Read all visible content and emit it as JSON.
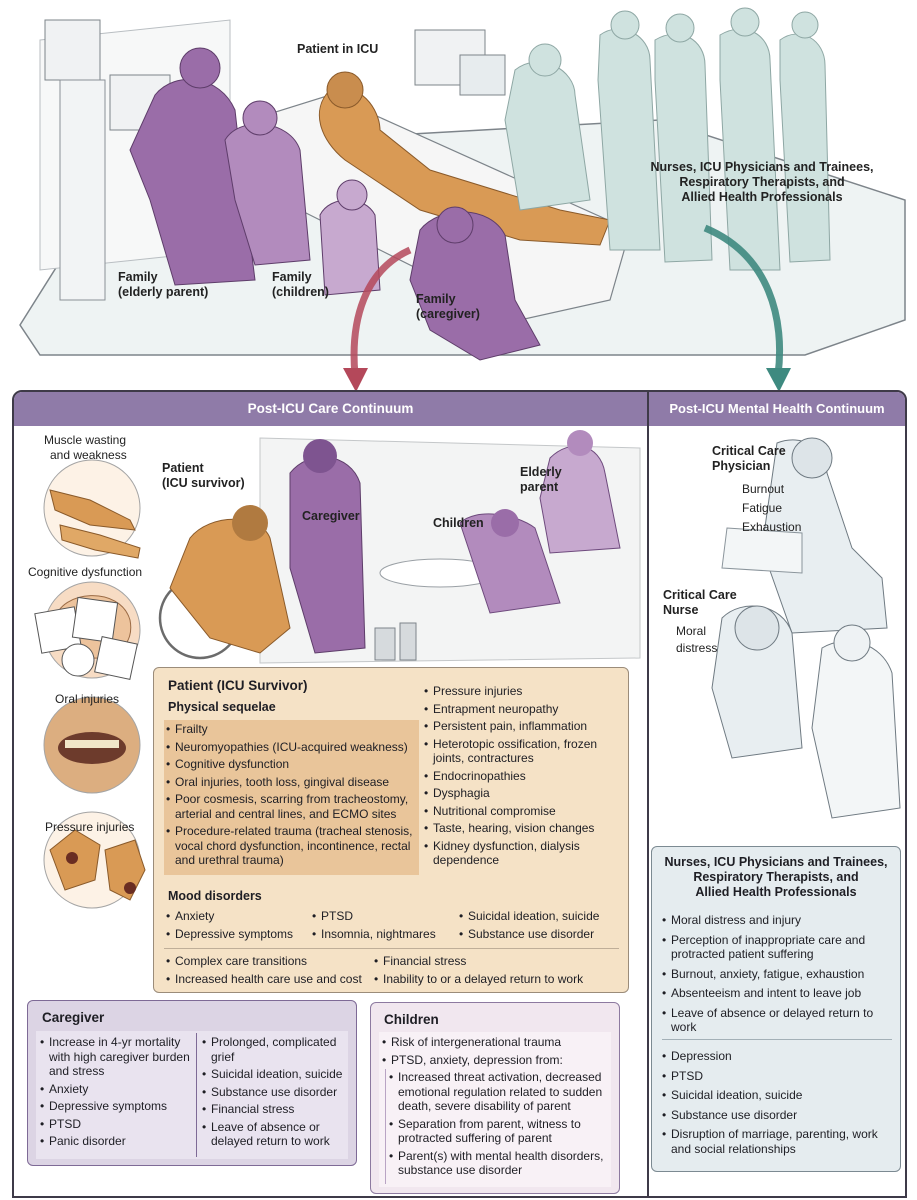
{
  "top_scene": {
    "labels": {
      "patient_in_icu": "Patient in ICU",
      "staff": [
        "Nurses, ICU Physicians and Trainees,",
        "Respiratory Therapists, and",
        "Allied Health Professionals"
      ],
      "family_elderly": [
        "Family",
        "(elderly parent)"
      ],
      "family_children": [
        "Family",
        "(children)"
      ],
      "family_caregiver": [
        "Family",
        "(caregiver)"
      ]
    }
  },
  "continuum_headers": {
    "care": "Post-ICU Care Continuum",
    "mental": "Post-ICU Mental Health Continuum"
  },
  "left_vignettes": {
    "muscle": [
      "Muscle wasting",
      "and weakness"
    ],
    "cognitive": "Cognitive dysfunction",
    "oral": "Oral injuries",
    "pressure": "Pressure injuries"
  },
  "scene_labels": {
    "patient": [
      "Patient",
      "(ICU survivor)"
    ],
    "caregiver": "Caregiver",
    "children": "Children",
    "elderly": [
      "Elderly",
      "parent"
    ]
  },
  "clinician_scene": {
    "physician_title": [
      "Critical Care",
      "Physician"
    ],
    "physician_items": [
      "Burnout",
      "Fatigue",
      "Exhaustion"
    ],
    "nurse_title": [
      "Critical Care",
      "Nurse"
    ],
    "nurse_items": [
      "Moral",
      "distress"
    ]
  },
  "patient_box": {
    "title": "Patient (ICU Survivor)",
    "physical_heading": "Physical sequelae",
    "physical_left": [
      "Frailty",
      "Neuromyopathies (ICU-acquired weakness)",
      "Cognitive dysfunction",
      "Oral injuries, tooth loss, gingival disease",
      "Poor cosmesis, scarring from tracheostomy, arterial and central lines, and ECMO sites",
      "Procedure-related trauma (tracheal stenosis, vocal chord dysfunction, incontinence, rectal and urethral trauma)"
    ],
    "physical_right": [
      "Pressure injuries",
      "Entrapment neuropathy",
      "Persistent pain, inflammation",
      "Heterotopic ossification, frozen joints, contractures",
      "Endocrinopathies",
      "Dysphagia",
      "Nutritional compromise",
      "Taste, hearing, vision changes",
      "Kidney dysfunction, dialysis dependence"
    ],
    "mood_heading": "Mood disorders",
    "mood_col1": [
      "Anxiety",
      "Depressive symptoms"
    ],
    "mood_col2": [
      "PTSD",
      "Insomnia, nightmares"
    ],
    "mood_col3": [
      "Suicidal ideation, suicide",
      "Substance use disorder"
    ],
    "other_left": [
      "Complex care transitions",
      "Increased health care use and cost"
    ],
    "other_right": [
      "Financial stress",
      "Inability to or a delayed return to work"
    ]
  },
  "caregiver_box": {
    "title": "Caregiver",
    "col1": [
      "Increase in 4-yr mortality with high caregiver burden and stress",
      "Anxiety",
      "Depressive symptoms",
      "PTSD",
      "Panic disorder"
    ],
    "col2": [
      "Prolonged, complicated grief",
      "Suicidal ideation, suicide",
      "Substance use disorder",
      "Financial stress",
      "Leave of absence or delayed return to work"
    ]
  },
  "children_box": {
    "title": "Children",
    "items": [
      "Risk of intergenerational trauma",
      "PTSD, anxiety, depression from:"
    ],
    "sub_items": [
      "Increased threat activation, decreased emotional regulation related to sudden death, severe disability of parent",
      "Separation from parent, witness to protracted suffering of parent",
      "Parent(s) with mental health disorders, substance use disorder"
    ]
  },
  "staff_box": {
    "title": [
      "Nurses, ICU Physicians and Trainees,",
      "Respiratory Therapists, and",
      "Allied Health Professionals"
    ],
    "list1": [
      "Moral distress and injury",
      "Perception of inappropriate care and protracted patient suffering",
      "Burnout, anxiety, fatigue, exhaustion",
      "Absenteeism and intent to leave job",
      "Leave of absence or delayed return to work"
    ],
    "list2": [
      "Depression",
      "PTSD",
      "Suicidal ideation, suicide",
      "Substance use disorder",
      "Disruption of marriage, parenting, work and social relationships"
    ]
  },
  "colors": {
    "header_purple": "#8f7ba8",
    "frame_dark": "#3e3a48",
    "patient_box_fill": "#f5e2c6",
    "patient_highlight": "#e9c59a",
    "caregiver_fill": "#dcd4e4",
    "children_fill": "#f1e7ef",
    "staff_box_fill": "#e5ecef",
    "family_purple": "#9a6da8",
    "patient_orange": "#d99a55",
    "staff_teal": "#a6cdc9",
    "arrow_red": "#b4485a",
    "arrow_teal": "#3e8a80"
  }
}
